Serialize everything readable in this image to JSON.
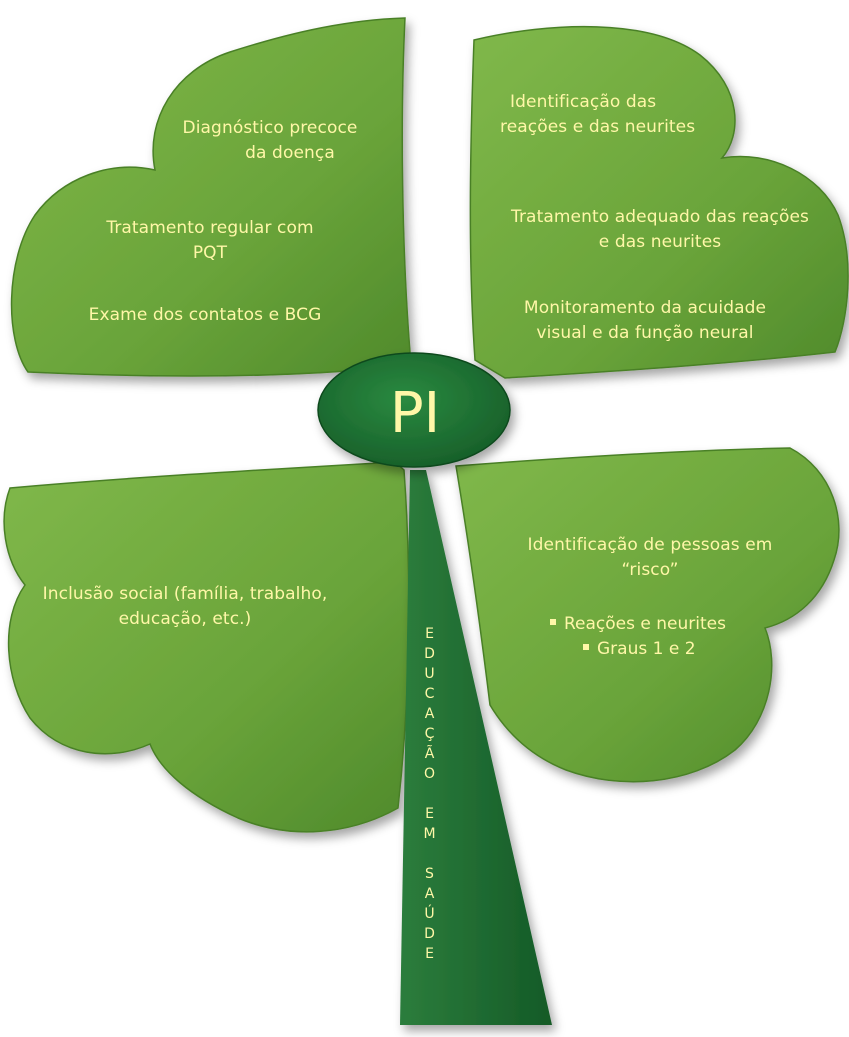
{
  "center": {
    "label": "PI"
  },
  "top_left_leaf": {
    "items": [
      {
        "lines": [
          "Diagnóstico precoce",
          "da doença"
        ]
      },
      {
        "lines": [
          "Tratamento regular com",
          "PQT"
        ]
      },
      {
        "lines": [
          "Exame dos contatos e BCG"
        ]
      }
    ]
  },
  "top_right_leaf": {
    "items": [
      {
        "lines": [
          "Identificação das",
          "reações e das neurites"
        ]
      },
      {
        "lines": [
          "Tratamento adequado das reações",
          "e das neurites"
        ]
      },
      {
        "lines": [
          "Monitoramento da acuidade",
          "visual e da função neural"
        ]
      }
    ]
  },
  "bottom_left_leaf": {
    "items": [
      {
        "lines": [
          "Inclusão social (família, trabalho,",
          "educação, etc.)"
        ]
      }
    ]
  },
  "bottom_right_leaf": {
    "heading": [
      "Identificação de pessoas em",
      "“risco”"
    ],
    "bullets": [
      "Reações e neurites",
      "Graus 1 e 2"
    ]
  },
  "stem": {
    "letters": [
      "E",
      "D",
      "U",
      "C",
      "A",
      "Ç",
      "Ã",
      "O",
      "",
      "E",
      "M",
      "",
      "S",
      "A",
      "Ú",
      "D",
      "E"
    ]
  },
  "colors": {
    "leaf_fill": "#6aa43a",
    "leaf_dark": "#3f7a23",
    "center_fill": "#1d6b31",
    "stem_fill": "#1d6b31",
    "text": "#fff7a8"
  }
}
